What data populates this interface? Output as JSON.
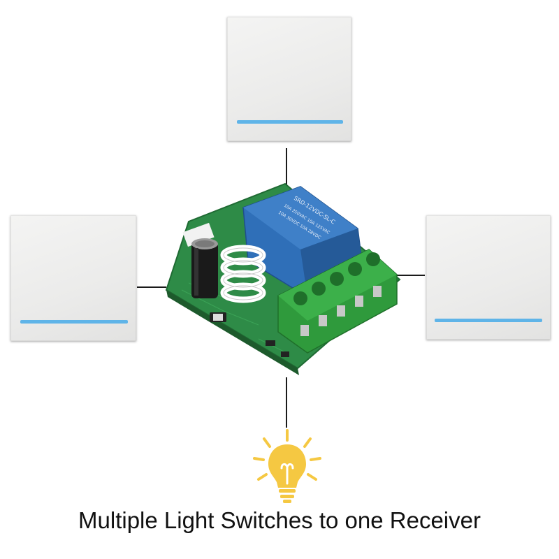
{
  "caption": "Multiple Light Switches to one Receiver",
  "relay_markings": {
    "line1": "SRD-12VDC-SL-C",
    "line2": "10A 250VAC 10A 125VAC",
    "line3": "10A 30VDC 10A 28VDC"
  },
  "colors": {
    "switch_indicator": "#5fb4e8",
    "pcb": "#2e8b47",
    "relay": "#2f6fb8",
    "terminal_block": "#2f9a3c",
    "bulb": "#f5c842",
    "wire": "#1a1a1a"
  },
  "icons": {
    "switch": "wall-switch-panel",
    "receiver": "relay-receiver-module",
    "bulb": "light-bulb-icon"
  }
}
